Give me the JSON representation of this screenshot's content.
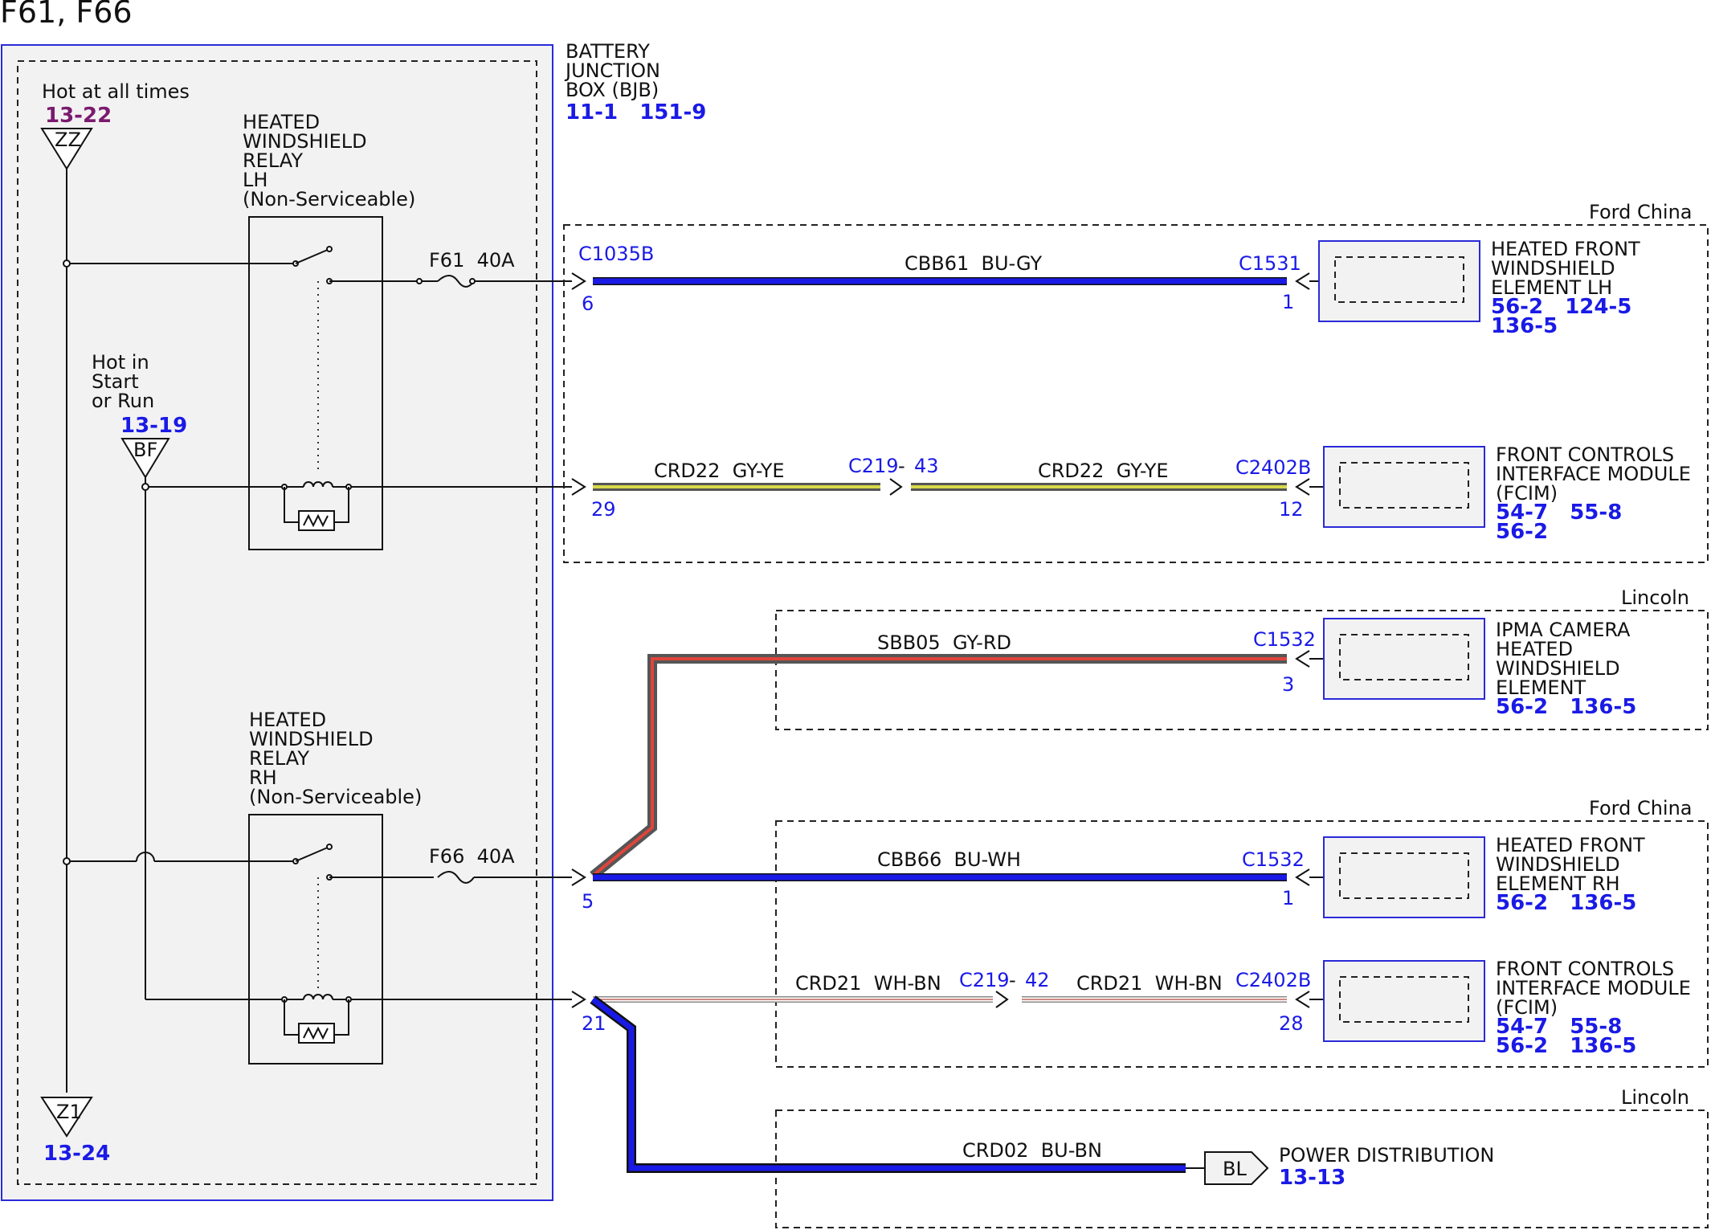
{
  "title": "F61, F66",
  "bjb": {
    "name": [
      "BATTERY",
      "JUNCTION",
      "BOX (BJB)"
    ],
    "refs": "11-1   151-9"
  },
  "sources": {
    "hot_all": {
      "label": "Hot at all times",
      "ref": "13-22",
      "symbol": "ZZ"
    },
    "hot_run": {
      "label": [
        "Hot in",
        "Start",
        "or Run"
      ],
      "ref": "13-19",
      "symbol": "BF"
    },
    "ground": {
      "symbol": "Z1",
      "ref": "13-24"
    }
  },
  "relays": [
    {
      "name": [
        "HEATED",
        "WINDSHIELD",
        "RELAY",
        "LH",
        "(Non-Serviceable)"
      ]
    },
    {
      "name": [
        "HEATED",
        "WINDSHIELD",
        "RELAY",
        "RH",
        "(Non-Serviceable)"
      ]
    }
  ],
  "fuses": [
    {
      "label": "F61  40A"
    },
    {
      "label": "F66  40A"
    }
  ],
  "regions": [
    "Ford China",
    "Lincoln",
    "Ford China",
    "Lincoln"
  ],
  "circuits": [
    {
      "wire": "CBB61  BU-GY",
      "from_conn": "C1035B",
      "from_pin": "6",
      "to_conn": "C1531",
      "to_pin": "1",
      "component": [
        "HEATED FRONT",
        "WINDSHIELD",
        "ELEMENT LH"
      ],
      "refs": [
        "56-2   124-5",
        "136-5"
      ]
    },
    {
      "wire": "CRD22  GY-YE",
      "wire2": "CRD22  GY-YE",
      "from_pin": "29",
      "inline_conn": "C219",
      "inline_pin": "43",
      "to_conn": "C2402B",
      "to_pin": "12",
      "component": [
        "FRONT CONTROLS",
        "INTERFACE MODULE",
        "(FCIM)"
      ],
      "refs": [
        "54-7   55-8",
        "56-2"
      ]
    },
    {
      "wire": "SBB05  GY-RD",
      "to_conn": "C1532",
      "to_pin": "3",
      "component": [
        "IPMA CAMERA",
        "HEATED",
        "WINDSHIELD",
        "ELEMENT"
      ],
      "refs": [
        "56-2   136-5"
      ]
    },
    {
      "wire": "CBB66  BU-WH",
      "from_pin": "5",
      "to_conn": "C1532",
      "to_pin": "1",
      "component": [
        "HEATED FRONT",
        "WINDSHIELD",
        "ELEMENT RH"
      ],
      "refs": [
        "56-2   136-5"
      ]
    },
    {
      "wire": "CRD21  WH-BN",
      "wire2": "CRD21  WH-BN",
      "from_pin": "21",
      "inline_conn": "C219",
      "inline_pin": "42",
      "to_conn": "C2402B",
      "to_pin": "28",
      "component": [
        "FRONT CONTROLS",
        "INTERFACE MODULE",
        "(FCIM)"
      ],
      "refs": [
        "54-7   55-8",
        "56-2   136-5"
      ]
    },
    {
      "wire": "CRD02  BU-BN",
      "symbol": "BL",
      "component": [
        "POWER DISTRIBUTION"
      ],
      "refs": [
        "13-13"
      ]
    }
  ],
  "colors": {
    "BU": "#1a1ae6",
    "GY": "#9a9a9a",
    "YE": "#d8d84a",
    "RD": "#e0443a",
    "WH": "#ffffff",
    "BN": "#7a3a2a",
    "box_fill": "#f2f2f2",
    "frame": "#2a2ad9"
  }
}
